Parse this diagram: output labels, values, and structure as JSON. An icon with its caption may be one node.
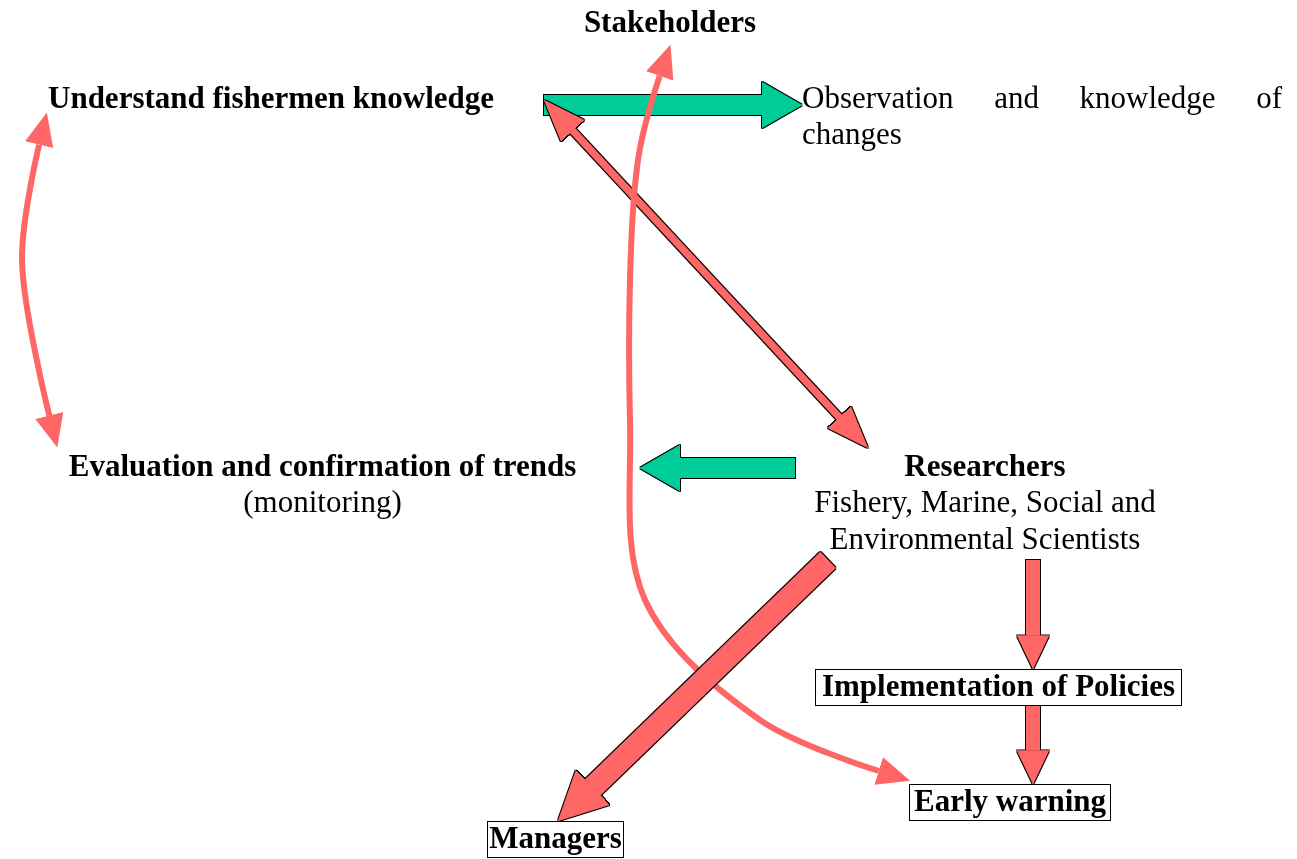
{
  "diagram": {
    "nodes": [
      {
        "text": [
          "Stakeholders"
        ]
      },
      {
        "text": [
          "Understand fishermen knowledge"
        ]
      },
      {
        "text": [
          "Observation and knowledge of changes"
        ]
      },
      {
        "text": [
          "Evaluation and confirmation of trends",
          "(monitoring)"
        ]
      },
      {
        "text": [
          "Researchers",
          "Fishery, Marine, Social and Environmental Scientists"
        ]
      },
      {
        "text": [
          "Implementation of Policies"
        ]
      },
      {
        "text": [
          "Early warning"
        ]
      },
      {
        "text": [
          "Managers"
        ]
      }
    ],
    "edges": [
      {
        "from": 1,
        "to": 2,
        "arrow": "to",
        "color": "#00cc99"
      },
      {
        "from": 4,
        "to": 3,
        "arrow": "to",
        "color": "#00cc99"
      },
      {
        "from": 1,
        "to": 4,
        "arrow": "both"
      },
      {
        "from": 1,
        "to": 3,
        "arrow": "both"
      },
      {
        "from": 0,
        "to": 6,
        "arrow": "both"
      },
      {
        "from": 4,
        "to": 7,
        "arrow": "to"
      },
      {
        "from": 4,
        "to": 5,
        "arrow": "to"
      },
      {
        "from": 5,
        "to": 6,
        "arrow": "to"
      }
    ]
  }
}
